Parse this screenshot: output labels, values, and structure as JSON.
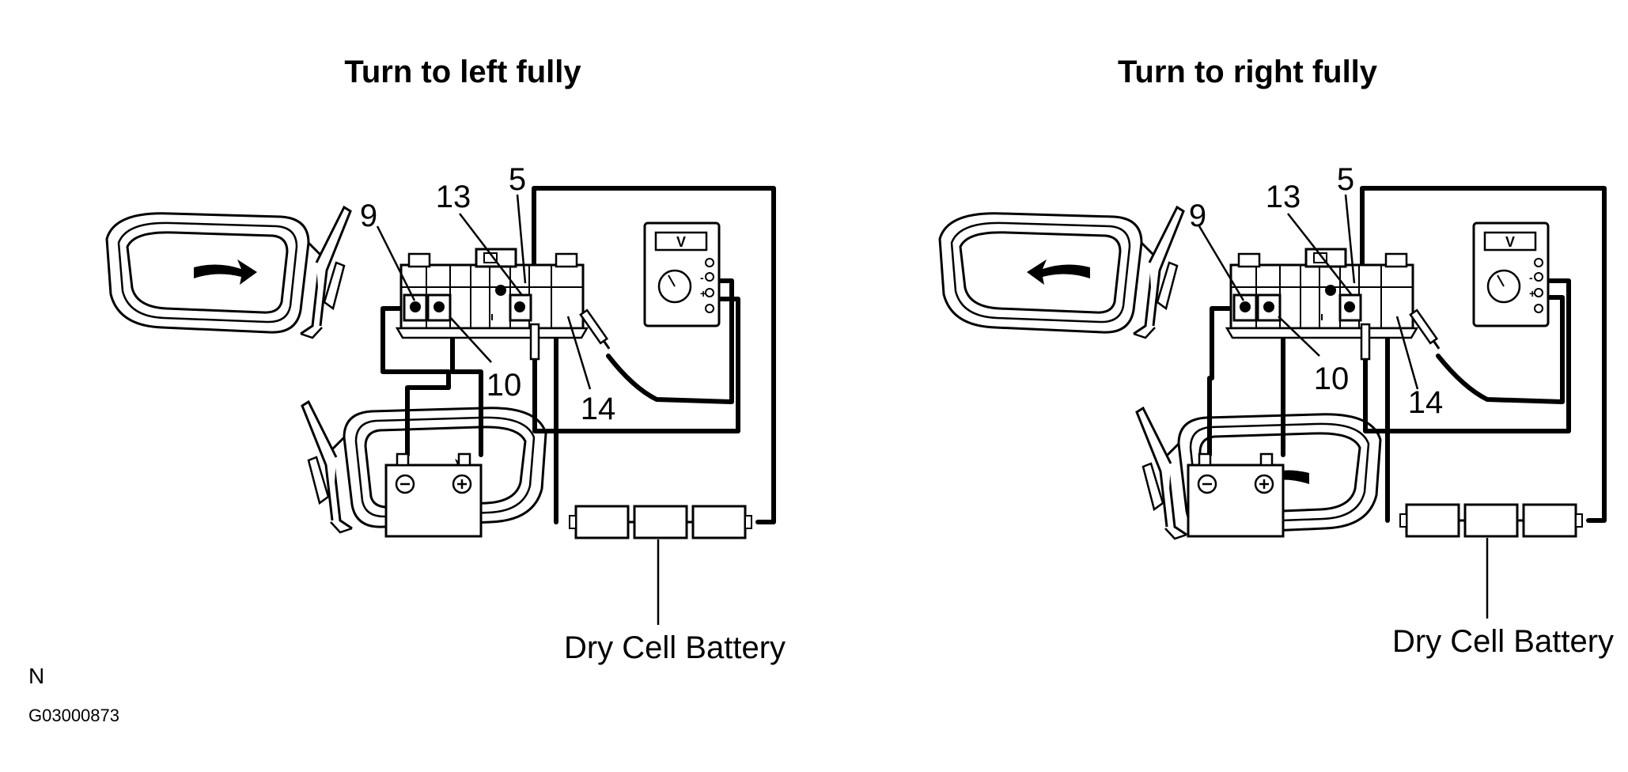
{
  "panels": [
    {
      "id": "left",
      "title": "Turn to left fully",
      "direction": "right-arrow",
      "pins": {
        "p5": "5",
        "p9": "9",
        "p10": "10",
        "p13": "13",
        "p14": "14"
      },
      "meter_label": "V",
      "battery_label": "Dry Cell Battery"
    },
    {
      "id": "right",
      "title": "Turn to right fully",
      "direction": "left-arrow",
      "pins": {
        "p5": "5",
        "p9": "9",
        "p10": "10",
        "p13": "13",
        "p14": "14"
      },
      "meter_label": "V",
      "battery_label": "Dry Cell Battery"
    }
  ],
  "footer": {
    "region_mark": "N",
    "figure_code": "G03000873"
  },
  "icons": {
    "mirror": "side-mirror-icon",
    "battery": "car-battery-icon",
    "meter": "voltmeter-icon",
    "arrow": "direction-arrow-icon"
  }
}
